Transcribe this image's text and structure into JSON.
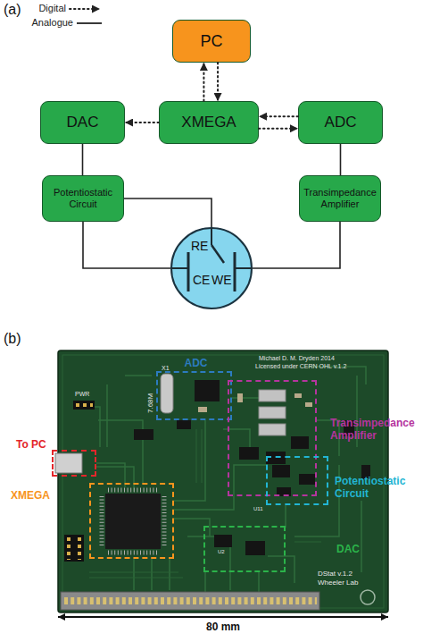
{
  "diagram": {
    "nodes": [
      {
        "text": [
          "PC"
        ]
      },
      {
        "text": [
          "DAC"
        ]
      },
      {
        "text": [
          "XMEGA"
        ]
      },
      {
        "text": [
          "ADC"
        ]
      },
      {
        "text": [
          "Potentiostatic Circuit"
        ]
      },
      {
        "text": [
          "Transimpedance Amplifier"
        ]
      },
      {
        "text": [
          "RE",
          "CE",
          "WE"
        ]
      },
      {
        "text": [
          "ADC"
        ]
      },
      {
        "text": [
          "Transimpedance Amplifier"
        ]
      },
      {
        "text": [
          "To PC"
        ]
      },
      {
        "text": [
          "XMEGA"
        ]
      },
      {
        "text": [
          "Potentiostatic Circuit"
        ]
      },
      {
        "text": [
          "DAC"
        ]
      }
    ],
    "edges": [
      {
        "from": 2,
        "to": 0,
        "arrow": "to"
      },
      {
        "from": 0,
        "to": 2,
        "arrow": "to"
      },
      {
        "from": 2,
        "to": 1,
        "arrow": "to"
      },
      {
        "from": 3,
        "to": 2,
        "arrow": "to"
      },
      {
        "from": 2,
        "to": 3,
        "arrow": "to"
      },
      {
        "from": 1,
        "to": 4,
        "arrow": "none"
      },
      {
        "from": 4,
        "to": 6,
        "arrow": "none"
      },
      {
        "from": 4,
        "to": 6,
        "arrow": "none"
      },
      {
        "from": 3,
        "to": 5,
        "arrow": "none"
      },
      {
        "from": 5,
        "to": 6,
        "arrow": "none"
      }
    ],
    "labels": [
      "(a)",
      "(b)",
      "Michael D. M. Dryden 2014",
      "Licensed under CERN OHL v.1.2",
      "7.68M",
      "X1",
      "PWR",
      "U11",
      "U2",
      "DStat v.1.2",
      "Wheeler Lab",
      "80 mm"
    ],
    "legend": [
      {
        "text": "Digital"
      },
      {
        "text": "Analogue"
      }
    ]
  }
}
